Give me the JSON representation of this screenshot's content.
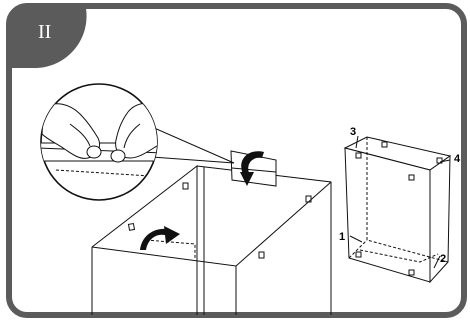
{
  "step": {
    "label": "II"
  },
  "callouts": {
    "c1": "1",
    "c2": "2",
    "c3": "3",
    "c4": "4"
  },
  "colors": {
    "frame": "#5b5b5b",
    "badge": "#5b5b5b",
    "line": "#111111"
  }
}
